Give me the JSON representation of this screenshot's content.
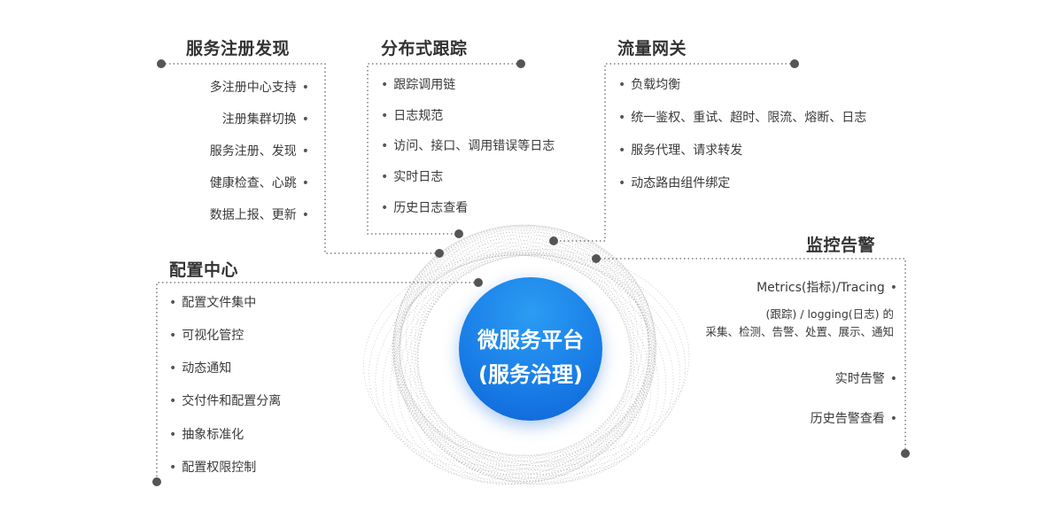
{
  "center": {
    "line1": "微服务平台",
    "line2": "(服务治理)"
  },
  "registry": {
    "title": "服务注册发现",
    "items": [
      "多注册中心支持",
      "注册集群切换",
      "服务注册、发现",
      "健康检查、心跳",
      "数据上报、更新"
    ]
  },
  "tracing": {
    "title": "分布式跟踪",
    "items": [
      "跟踪调用链",
      "日志规范",
      "访问、接口、调用错误等日志",
      "实时日志",
      "历史日志查看"
    ]
  },
  "gateway": {
    "title": "流量网关",
    "items": [
      "负载均衡",
      "统一鉴权、重试、超时、限流、熔断、日志",
      "服务代理、请求转发",
      "动态路由组件绑定"
    ]
  },
  "config": {
    "title": "配置中心",
    "items": [
      "配置文件集中",
      "可视化管控",
      "动态通知",
      "交付件和配置分离",
      "抽象标准化",
      "配置权限控制"
    ]
  },
  "monitor": {
    "title": "监控告警",
    "item1": "Metrics(指标)/Tracing",
    "item1_line2": "(跟踪) / logging(日志) 的",
    "item1_line3": "采集、检测、告警、处置、展示、通知",
    "item2": "实时告警",
    "item3": "历史告警查看"
  },
  "colors": {
    "accent_blue": "#1a7fe8",
    "dot_gray": "#555555",
    "dotted_line": "#666666"
  }
}
